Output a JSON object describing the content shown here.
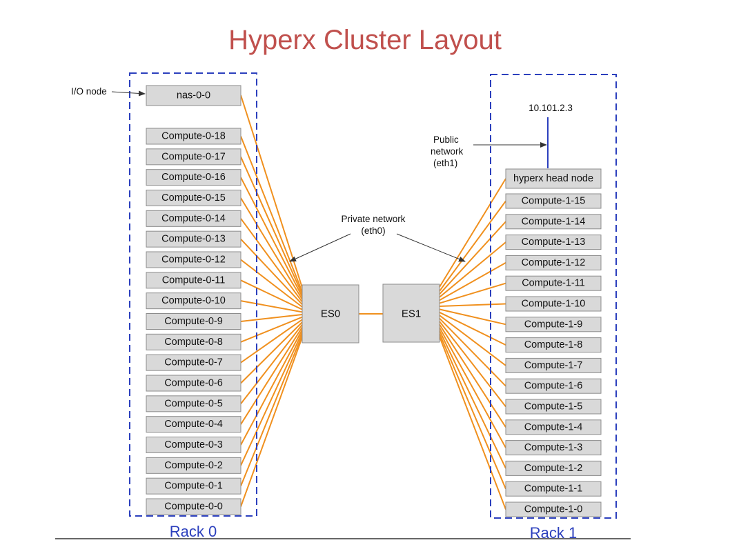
{
  "title": "Hyperx Cluster Layout",
  "colors": {
    "title": "#c0504d",
    "rack_border": "#2b3fbd",
    "link": "#f0901e",
    "node_fill": "#d9d9d9"
  },
  "rack0": {
    "label": "Rack 0",
    "io_annotation": "I/O node",
    "io_node": "nas-0-0",
    "nodes": [
      "Compute-0-18",
      "Compute-0-17",
      "Compute-0-16",
      "Compute-0-15",
      "Compute-0-14",
      "Compute-0-13",
      "Compute-0-12",
      "Compute-0-11",
      "Compute-0-10",
      "Compute-0-9",
      "Compute-0-8",
      "Compute-0-7",
      "Compute-0-6",
      "Compute-0-5",
      "Compute-0-4",
      "Compute-0-3",
      "Compute-0-2",
      "Compute-0-1",
      "Compute-0-0"
    ]
  },
  "rack1": {
    "label": "Rack 1",
    "ip": "10.101.2.3",
    "public_network": [
      "Public",
      "network",
      "(eth1)"
    ],
    "head_node": "hyperx head node",
    "nodes": [
      "Compute-1-15",
      "Compute-1-14",
      "Compute-1-13",
      "Compute-1-12",
      "Compute-1-11",
      "Compute-1-10",
      "Compute-1-9",
      "Compute-1-8",
      "Compute-1-7",
      "Compute-1-6",
      "Compute-1-5",
      "Compute-1-4",
      "Compute-1-3",
      "Compute-1-2",
      "Compute-1-1",
      "Compute-1-0"
    ]
  },
  "switches": [
    "ES0",
    "ES1"
  ],
  "private_network": [
    "Private network",
    "(eth0)"
  ]
}
